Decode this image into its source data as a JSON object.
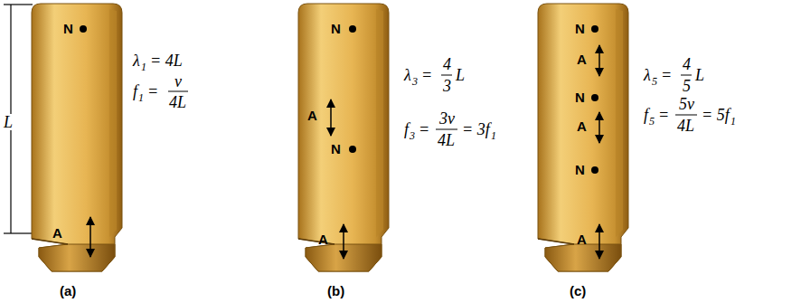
{
  "diagram": {
    "labels": [
      "L",
      "N",
      "A",
      "(a)",
      "λ",
      "1",
      "= 4L",
      "f",
      "1",
      "=",
      "ν",
      "4L",
      "N",
      "A",
      "N",
      "A",
      "(b)",
      "λ",
      "3",
      "=",
      "4",
      "3",
      "L",
      "f",
      "3",
      "=",
      "3ν",
      "4L",
      "= 3f",
      "1",
      "N",
      "A",
      "N",
      "A",
      "N",
      "A",
      "(c)",
      "λ",
      "5",
      "=",
      "4",
      "5",
      "L",
      "f",
      "5",
      "=",
      "5ν",
      "4L",
      "= 5f",
      "1"
    ]
  }
}
